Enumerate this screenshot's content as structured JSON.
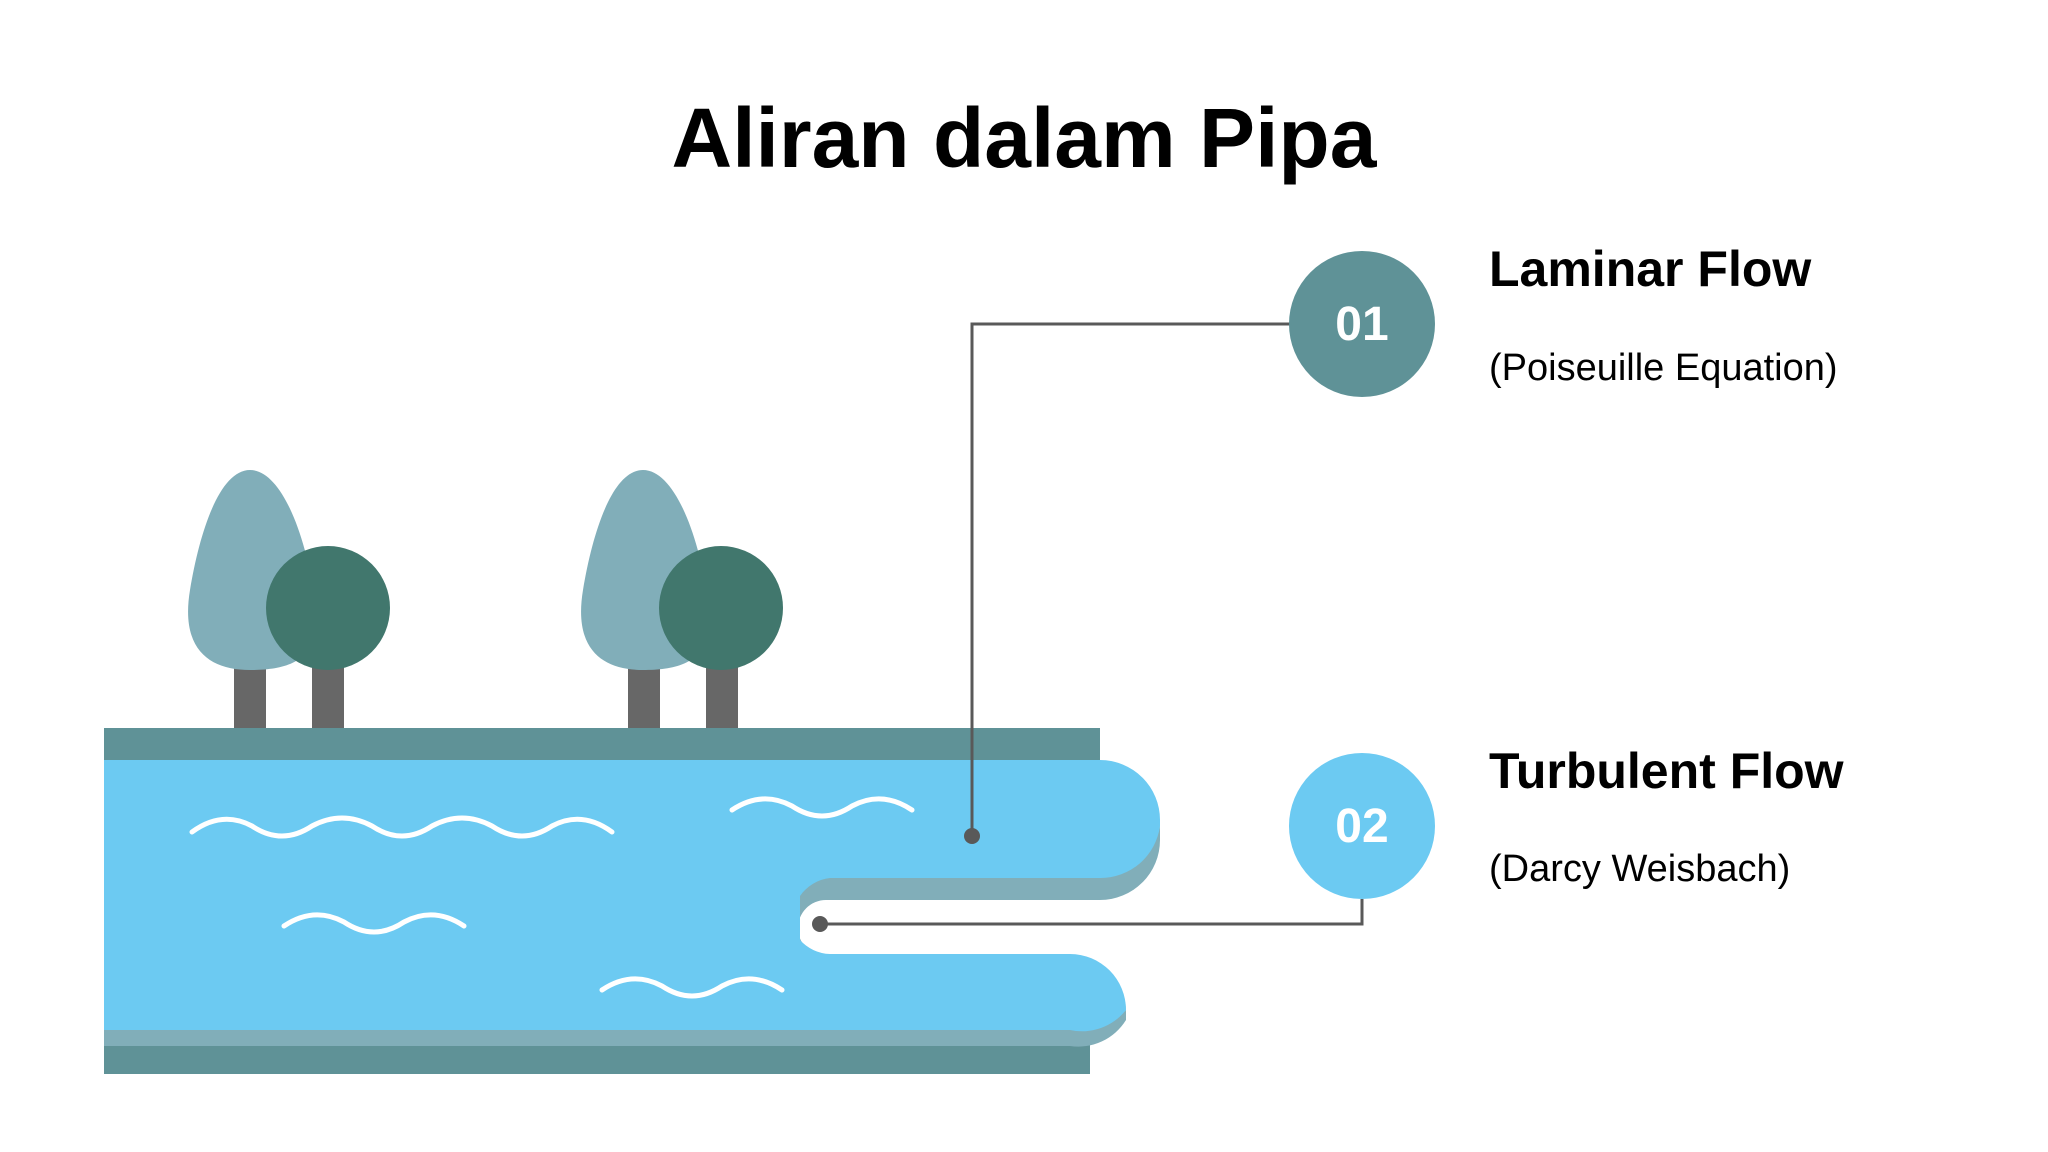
{
  "title": "Aliran dalam Pipa",
  "colors": {
    "water": "#6ccaf2",
    "teal": "#5f9297",
    "tree_light": "#81aeb9",
    "tree_dark": "#41776d",
    "trunk": "#676767",
    "connector": "#595959"
  },
  "items": [
    {
      "number": "01",
      "title": "Laminar Flow",
      "subtitle": "(Poiseuille Equation)"
    },
    {
      "number": "02",
      "title": "Turbulent Flow",
      "subtitle": "(Darcy Weisbach)"
    }
  ]
}
